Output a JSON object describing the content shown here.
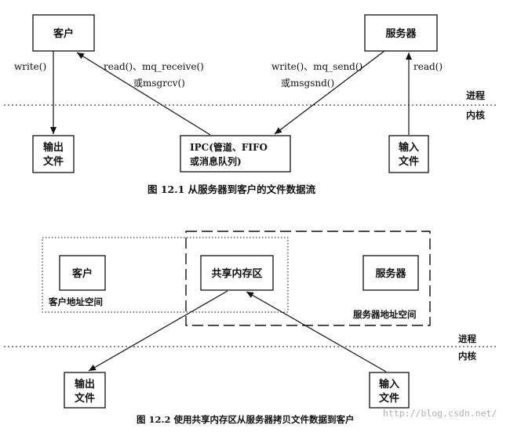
{
  "fig1": {
    "client": "客户",
    "server": "服务器",
    "output_file": [
      "输出",
      "文件"
    ],
    "input_file": [
      "输入",
      "文件"
    ],
    "ipc": [
      "IPC(管道、FIFO",
      "或消息队列)"
    ],
    "client_write": "write()",
    "client_read": [
      "read()、mq_receive()",
      "或msgrcv()"
    ],
    "server_write": [
      "write()、mq_send()",
      "或msgsnd()"
    ],
    "server_read": "read()",
    "process": "进程",
    "kernel": "内核",
    "caption": "图 12.1   从服务器到客户的文件数据流"
  },
  "fig2": {
    "client": "客户",
    "shared_memory": "共享内存区",
    "server": "服务器",
    "client_space": "客户地址空间",
    "server_space": "服务器地址空间",
    "output_file": [
      "输出",
      "文件"
    ],
    "input_file": [
      "输入",
      "文件"
    ],
    "process": "进程",
    "kernel": "内核",
    "caption": "图 12.2   使用共享内存区从服务器拷贝文件数据到客户"
  },
  "watermark": "http://blog.csdn.net/"
}
